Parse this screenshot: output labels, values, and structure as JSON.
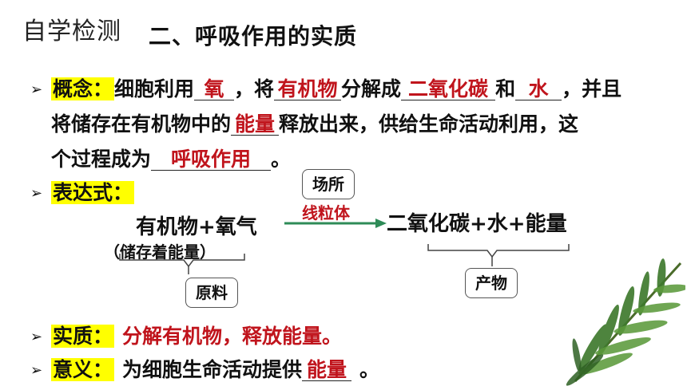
{
  "header": {
    "section": "自学检测",
    "title": "二、呼吸作用的实质"
  },
  "concept": {
    "label": "概念：",
    "t1": "细胞利用",
    "b1": "氧",
    "t2": "，将",
    "b2": "有机物",
    "t3": "分解成",
    "b3": "二氧化碳",
    "t4": "和",
    "b4": "水",
    "t5": "，并且",
    "t6": "将储存在有机物中的",
    "b5": "能量",
    "t7": "释放出来，供给生命活动利用，这",
    "t8": "个过程成为",
    "b6": "呼吸作用",
    "t9": "。"
  },
  "expression": {
    "label": "表达式：",
    "reactants": "有机物+氧气",
    "reactant_note": "（储存着能量）",
    "reactant_box": "原料",
    "place_box": "场所",
    "place": "线粒体",
    "products": "二氧化碳+水+能量",
    "product_box": "产物"
  },
  "essence": {
    "label": "实质：",
    "text": "分解有机物，释放能量。"
  },
  "meaning": {
    "label": "意义：",
    "t1": "为细胞生命活动提供",
    "blank": "能量",
    "t2": "。"
  },
  "colors": {
    "highlight": "#ffff00",
    "answer_red": "#c0141c",
    "arrow_green": "#2e8b57"
  }
}
